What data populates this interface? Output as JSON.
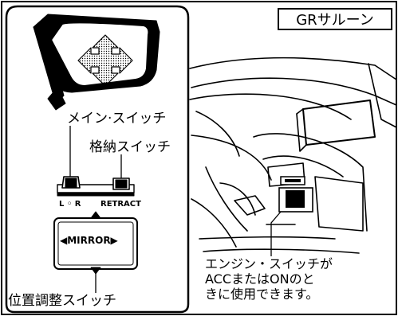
{
  "header": {
    "badge": "GRサルーン"
  },
  "labels": {
    "main_switch": "メイン·スイッチ",
    "retract_switch": "格納スイッチ",
    "adjust_switch": "位置調整スイッチ"
  },
  "switch_panel": {
    "lr_label": "L ◦ R",
    "retract_label": "RETRACT",
    "mirror_label": "◀MIRROR▶"
  },
  "note": {
    "line1": "エンジン・スイッチが",
    "line2": "ACCまたはONのと",
    "line3": "きに使用できます。"
  }
}
